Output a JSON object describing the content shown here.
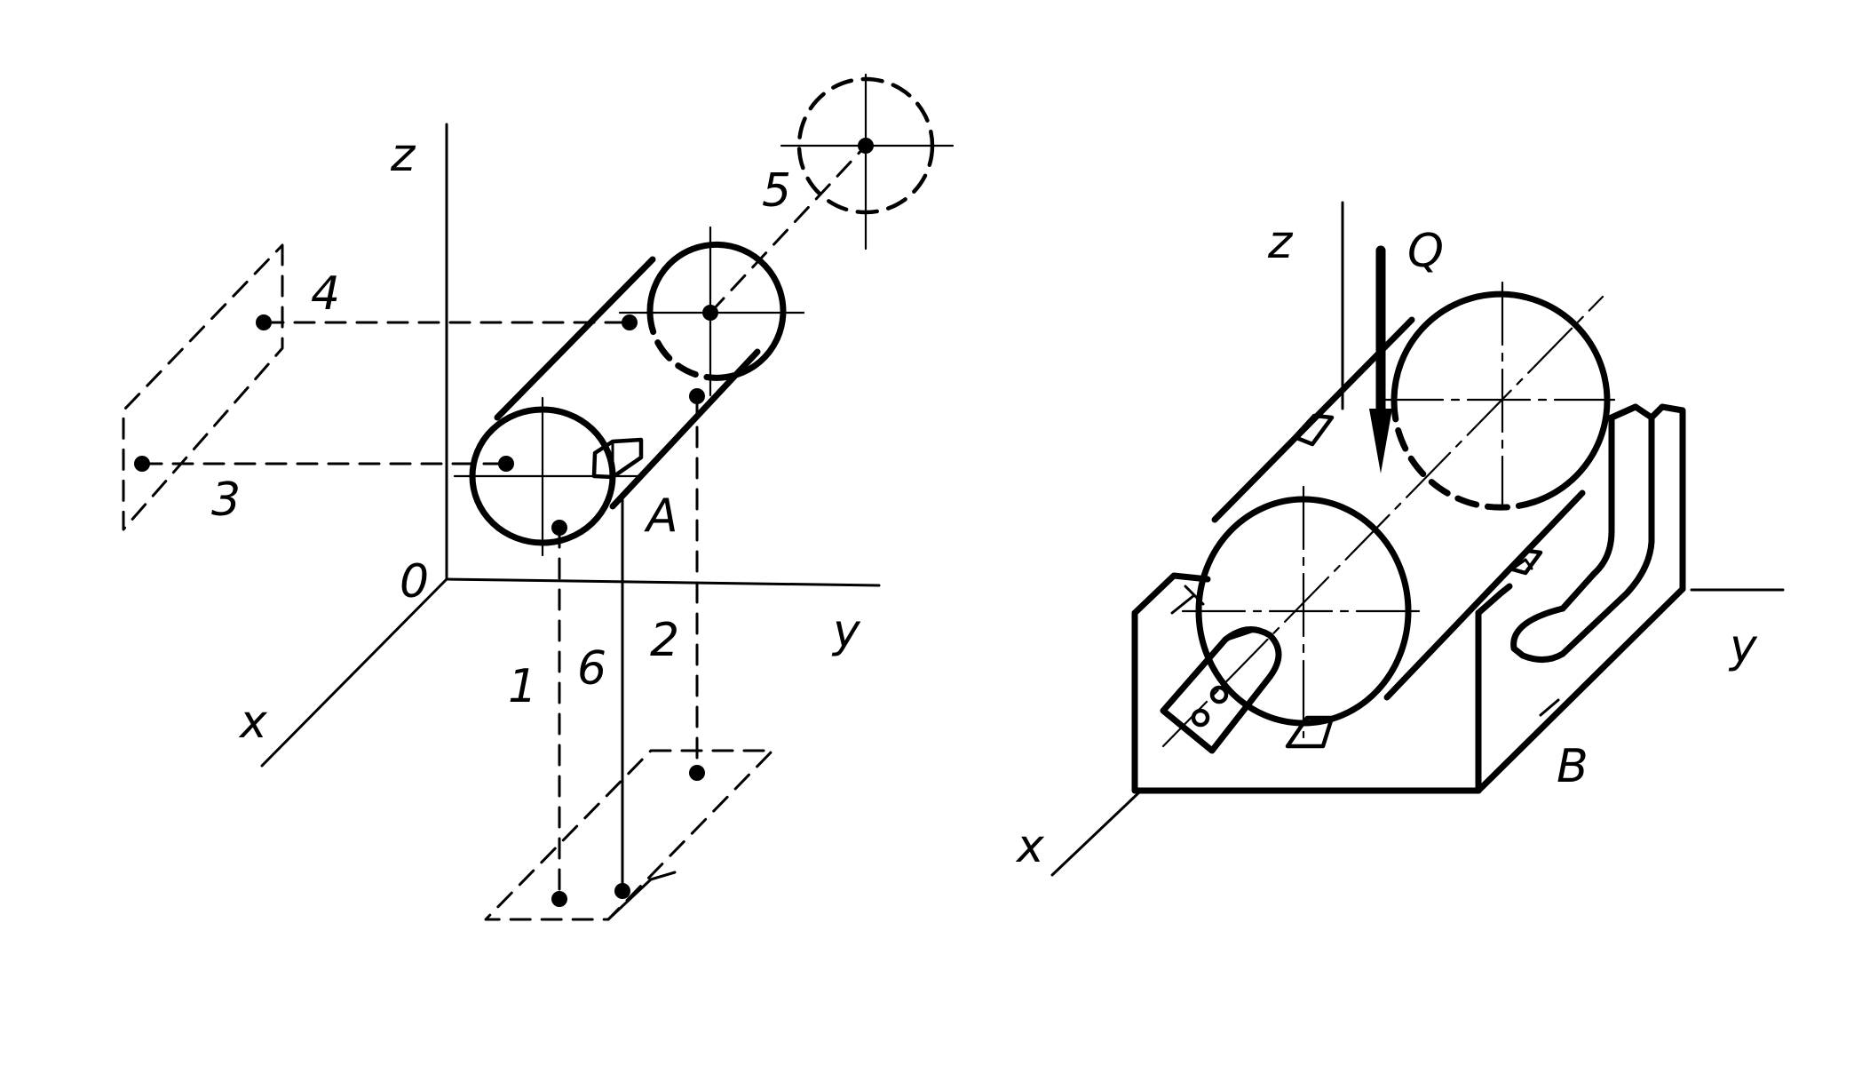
{
  "left_figure": {
    "axis_labels": {
      "z": "z",
      "y": "y",
      "x": "x",
      "origin": "0"
    },
    "point_labels": {
      "p1": "1",
      "p2": "2",
      "p3": "3",
      "p4": "4",
      "p5": "5",
      "p6": "6",
      "A": "A"
    }
  },
  "right_figure": {
    "axis_labels": {
      "z": "z",
      "y": "y",
      "x": "x"
    },
    "force_label": "Q",
    "point_label_B": "B"
  }
}
